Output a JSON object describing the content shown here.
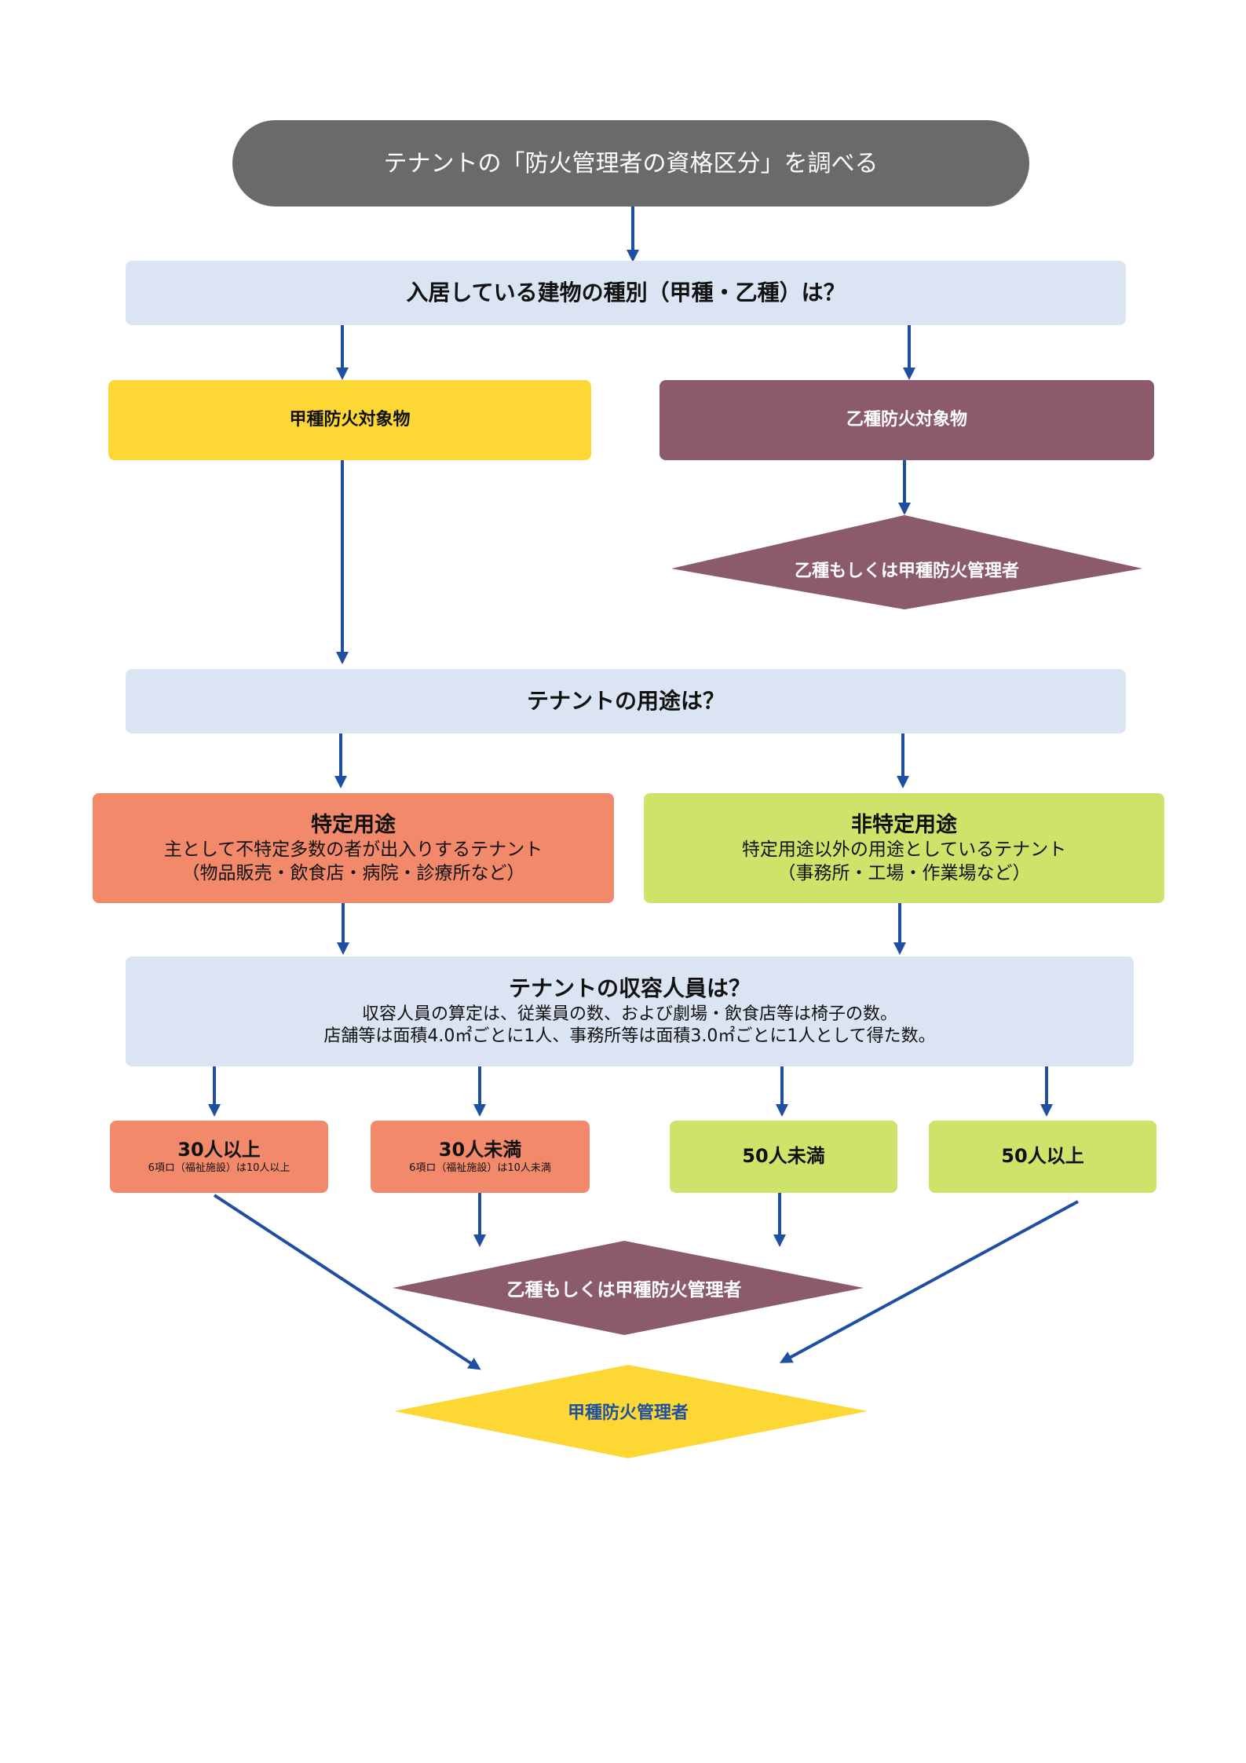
{
  "title": "テナントの「防火管理者の資格区分」を調べる",
  "q1": "入居している建物の種別（甲種・乙種）は？",
  "kou_building": "甲種防火対象物",
  "otsu_building": "乙種防火対象物",
  "otsu_result": "乙種もしくは甲種防火管理者",
  "q2": "テナントの用途は？",
  "specific": {
    "title": "特定用途",
    "line1": "主として不特定多数の者が出入りするテナント",
    "line2": "（物品販売・飲食店・病院・診療所など）"
  },
  "nonspecific": {
    "title": "非特定用途",
    "line1": "特定用途以外の用途としているテナント",
    "line2": "（事務所・工場・作業場など）"
  },
  "q3": {
    "title": "テナントの収容人員は？",
    "line1": "収容人員の算定は、従業員の数、および劇場・飲食店等は椅子の数。",
    "line2": "店舗等は面積4.0㎡ごとに1人、事務所等は面積3.0㎡ごとに1人として得た数。"
  },
  "cap": {
    "over30": "30人以上",
    "over30_note": "6項ロ（福祉施設）は10人以上",
    "under30": "30人未満",
    "under30_note": "6項ロ（福祉施設）は10人未満",
    "under50": "50人未満",
    "over50": "50人以上"
  },
  "result_otsu_or_kou": "乙種もしくは甲種防火管理者",
  "result_kou": "甲種防火管理者",
  "colors": {
    "arrow": "#1f4fa0",
    "title_bg": "#6a6a68",
    "question_bg": "#dae4f2",
    "yellow": "#fdd835",
    "plum": "#8b5a6b",
    "salmon": "#f3896b",
    "lime": "#cde36a"
  }
}
